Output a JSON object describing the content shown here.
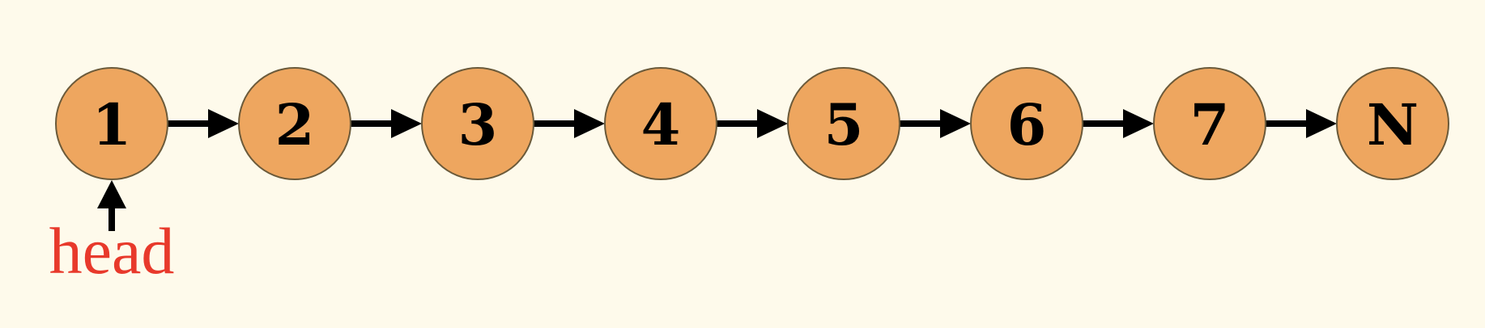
{
  "diagram": {
    "nodes": [
      {
        "label": "1"
      },
      {
        "label": "2"
      },
      {
        "label": "3"
      },
      {
        "label": "4"
      },
      {
        "label": "5"
      },
      {
        "label": "6"
      },
      {
        "label": "7"
      },
      {
        "label": "N"
      }
    ],
    "pointer": {
      "label": "head",
      "target": 0
    },
    "colors": {
      "background": "#fefaeb",
      "node_fill": "#eea65f",
      "node_stroke": "#6b5a3a",
      "arrow": "#000000",
      "pointer_label": "#e8392b"
    }
  }
}
